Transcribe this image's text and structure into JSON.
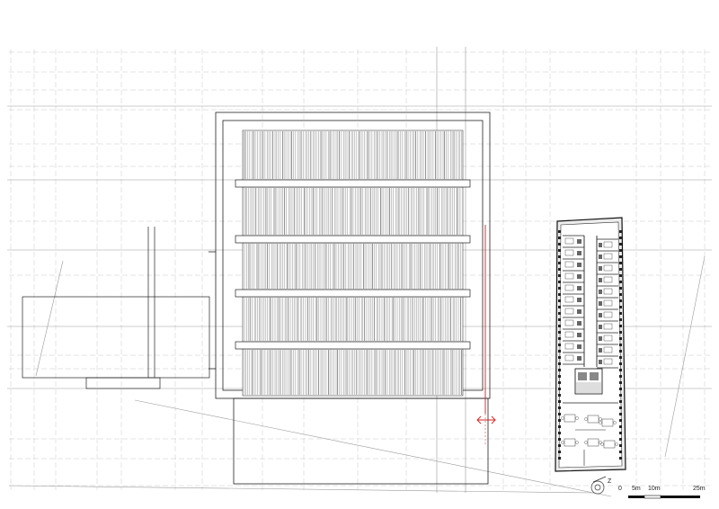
{
  "scale_bar": {
    "labels": [
      "0",
      "5m",
      "10m",
      "25m"
    ]
  },
  "north_arrow": {
    "letter": "Z"
  },
  "colors": {
    "line": "#222222",
    "grid": "#c4c4c4",
    "section_marker": "#d62020",
    "paper": "#ffffff"
  }
}
